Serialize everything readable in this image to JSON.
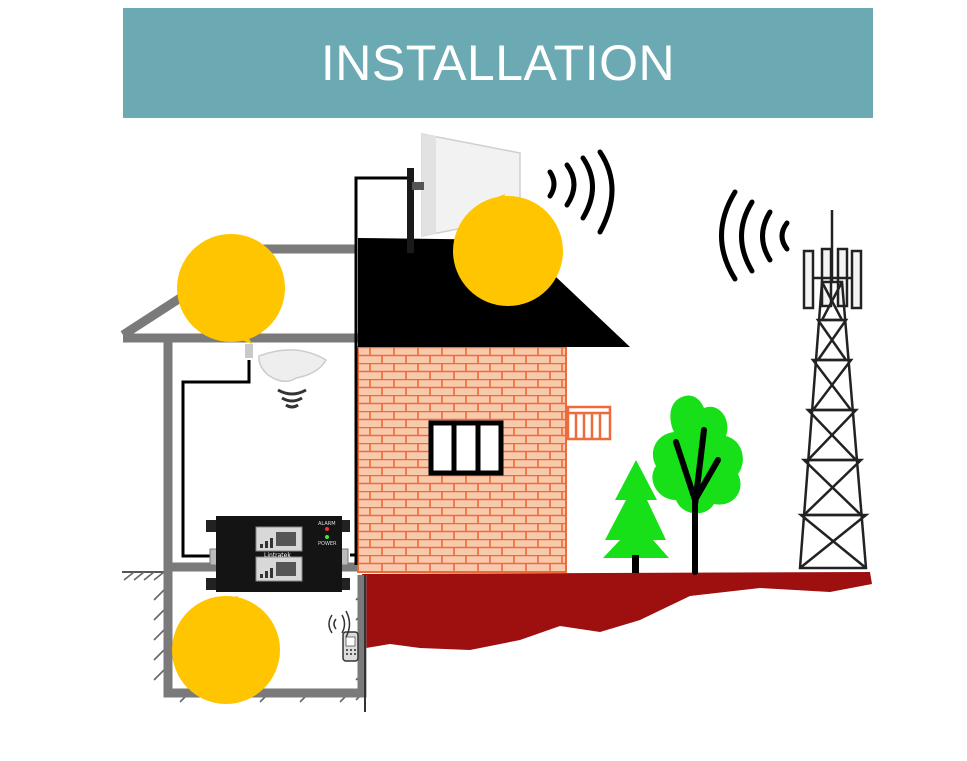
{
  "banner": {
    "title": "INSTALLATION",
    "color": "#6ba9b3"
  },
  "booster": {
    "brand": "Lintratek",
    "label_power": "POWER",
    "label_alarm": "ALARM"
  },
  "colors": {
    "callout_bubble": "#ffc500",
    "brick_wall": "#f7c9ad",
    "brick_lines": "#ef6a3a",
    "roof": "#000000",
    "house_outline": "#7a7a7a",
    "ground": "#9e0f0f",
    "tree": "#18e018"
  },
  "icons": [
    "panel-antenna-icon",
    "ceiling-antenna-icon",
    "signal-wave-icon",
    "cell-tower-icon",
    "mobile-phone-icon",
    "signal-booster-icon"
  ]
}
